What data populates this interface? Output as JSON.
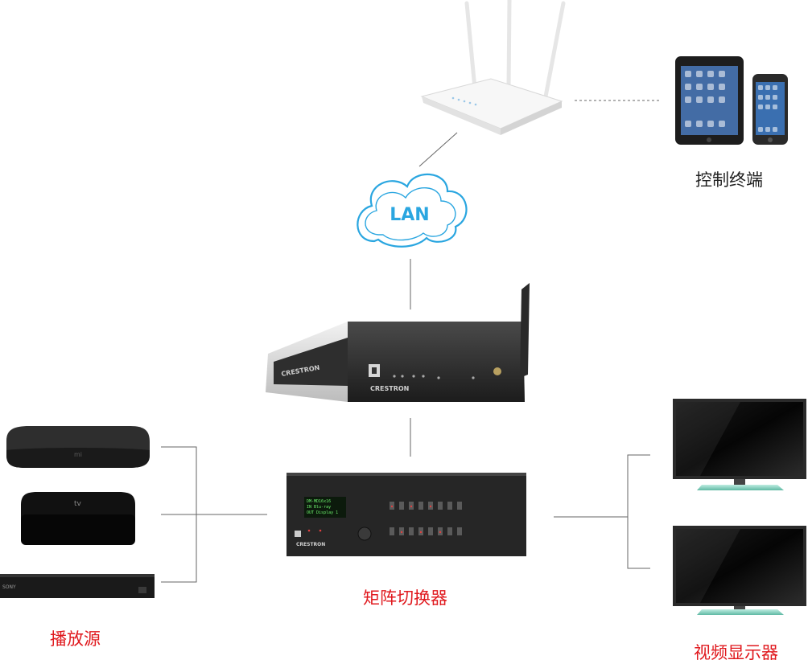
{
  "cloud": {
    "text": "LAN",
    "color": "#2aa6e0"
  },
  "labels": {
    "control_terminal": "控制终端",
    "matrix_switcher": "矩阵切换器",
    "playback_source": "播放源",
    "video_display": "视频显示器"
  },
  "devices": {
    "control_processor_brand": "CRESTRON",
    "matrix_brand": "CRESTRON",
    "bluray_brand": "SONY",
    "mi_box_logo": "mi",
    "apple_tv_logo": "tv",
    "matrix_lcd_lines": [
      "DM-MD16x16",
      "IN  Blu-ray",
      "OUT Display 1"
    ]
  },
  "colors": {
    "accent_red": "#e0191e",
    "accent_blue": "#2aa6e0",
    "line": "#666666"
  }
}
